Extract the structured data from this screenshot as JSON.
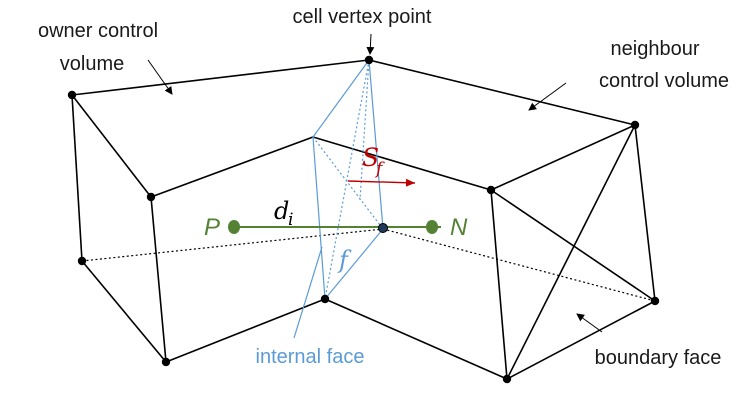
{
  "labels": {
    "cell_vertex_point": "cell vertex point",
    "owner_line1": "owner control",
    "owner_line2": "volume",
    "neighbour_line1": "neighbour",
    "neighbour_line2": "control volume",
    "internal_face": "internal face",
    "boundary_face": "boundary face"
  },
  "symbols": {
    "owner_centre": "P",
    "neighbour_centre": "N",
    "distance_vector": "d",
    "distance_subscript": "i",
    "face_area_vector": "S",
    "face_area_subscript": "f",
    "face": "f"
  },
  "colors": {
    "edges": "#000000",
    "face": "#5b9bd5",
    "centres": "#548235",
    "area_vector": "#c00000",
    "text": "#1a1a1a"
  }
}
